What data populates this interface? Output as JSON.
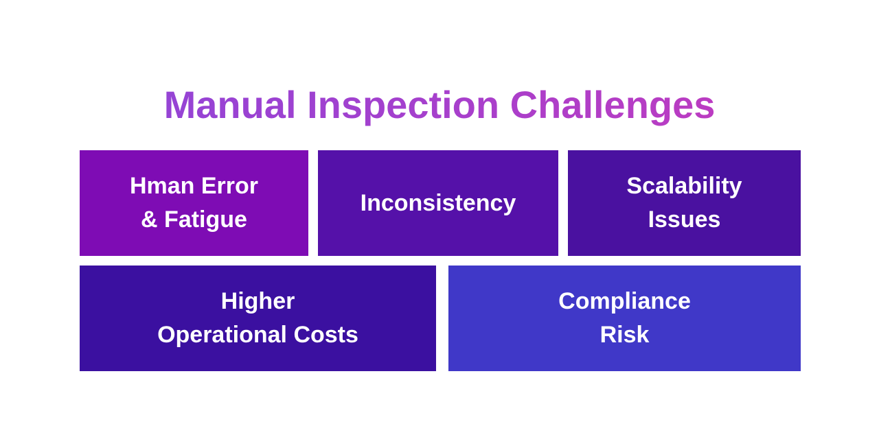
{
  "title": {
    "text": "Manual Inspection Challenges",
    "gradient_start": "#8B46DA",
    "gradient_end": "#C83ABB",
    "gradient_css": "linear-gradient(90deg, #8B46DA 0%, #A93FCB 55%, #C83ABB 100%)"
  },
  "cards": [
    {
      "label": "Hman Error\n& Fatigue",
      "color": "#7E0CB4"
    },
    {
      "label": "Inconsistency",
      "color": "#5511A9"
    },
    {
      "label": "Scalability\nIssues",
      "color": "#4A11A0"
    },
    {
      "label": "Higher\nOperational Costs",
      "color": "#3B10A0"
    },
    {
      "label": "Compliance\nRisk",
      "color": "#4038C8"
    }
  ],
  "colors": {
    "background": "#FFFFFF",
    "card_text": "#FFFFFF"
  }
}
